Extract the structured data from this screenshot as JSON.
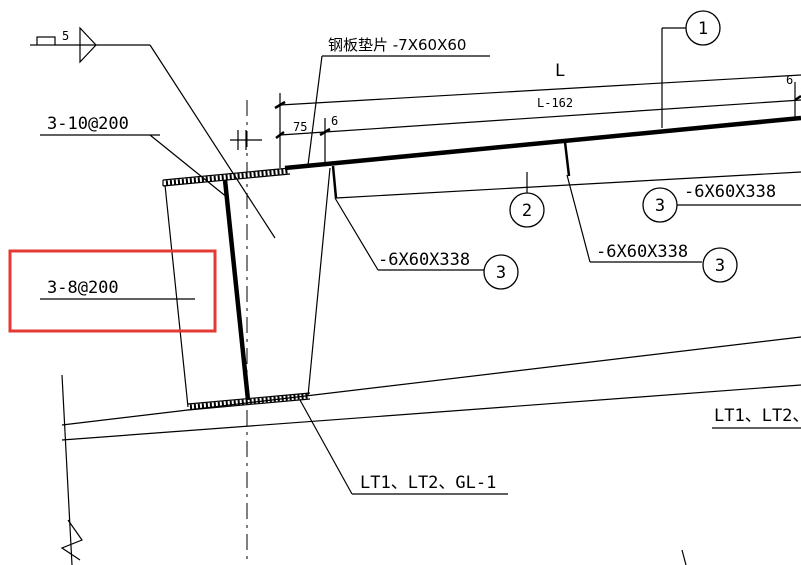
{
  "labels": {
    "weld_symbol_size": "5",
    "steel_shim": "钢板垫片 -7X60X60",
    "dim_L": "L",
    "dim_L162": "L-162",
    "dim_75": "75",
    "dim_6_left": "6",
    "dim_6_right": "6",
    "rebar_top": "3-10@200",
    "rebar_mid": "3-8@200",
    "plate_1": "-6X60X338",
    "plate_2": "-6X60X338",
    "plate_3": "-6X60X338",
    "beam_ref_bottom": "LT1、LT2、GL-1",
    "beam_ref_right": "LT1、LT2、"
  },
  "callouts": {
    "c1": "1",
    "c2": "2",
    "c3a": "3",
    "c3b": "3",
    "c3c": "3"
  },
  "colors": {
    "line": "#000000",
    "highlight": "#e53935",
    "background": "#ffffff"
  }
}
